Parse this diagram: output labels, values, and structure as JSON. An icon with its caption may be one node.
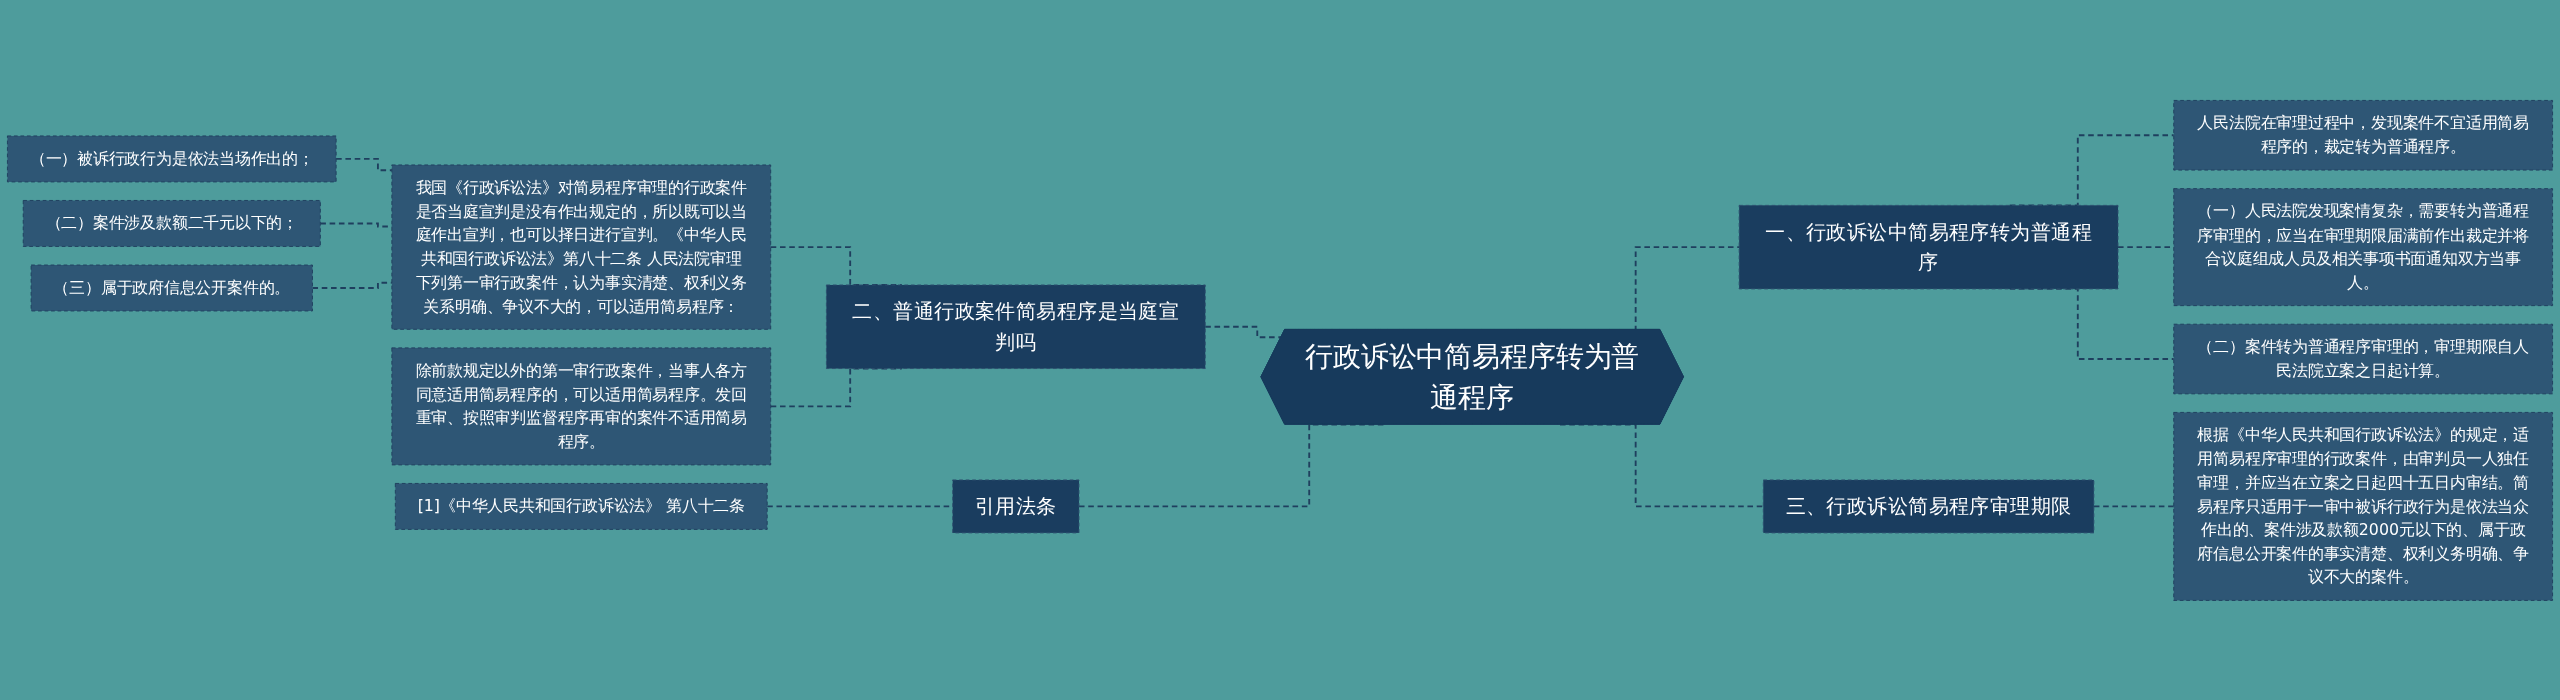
{
  "diagram": {
    "nodes": [
      {
        "text": [
          "行政诉讼中简易程序转为普通程序"
        ]
      },
      {
        "text": [
          "一、行政诉讼中简易程序转为普通程序"
        ]
      },
      {
        "text": [
          "人民法院在审理过程中，发现案件不宜适用简易程序的，裁定转为普通程序。"
        ]
      },
      {
        "text": [
          "（一）人民法院发现案情复杂，需要转为普通程序审理的，应当在审理期限届满前作出裁定并将合议庭组成人员及相关事项书面通知双方当事人。"
        ]
      },
      {
        "text": [
          "（二）案件转为普通程序审理的，审理期限自人民法院立案之日起计算。"
        ]
      },
      {
        "text": [
          "三、行政诉讼简易程序审理期限"
        ]
      },
      {
        "text": [
          "根据《中华人民共和国行政诉讼法》的规定，适用简易程序审理的行政案件，由审判员一人独任审理，并应当在立案之日起四十五日内审结。简易程序只适用于一审中被诉行政行为是依法当众作出的、案件涉及款额2000元以下的、属于政府信息公开案件的事实清楚、权利义务明确、争议不大的案件。"
        ]
      },
      {
        "text": [
          "二、普通行政案件简易程序是当庭宣判吗"
        ]
      },
      {
        "text": [
          "我国《行政诉讼法》对简易程序审理的行政案件是否当庭宣判是没有作出规定的，所以既可以当庭作出宣判，也可以择日进行宣判。《中华人民共和国行政诉讼法》第八十二条 人民法院审理下列第一审行政案件，认为事实清楚、权利义务关系明确、争议不大的，可以适用简易程序："
        ]
      },
      {
        "text": [
          "除前款规定以外的第一审行政案件，当事人各方同意适用简易程序的，可以适用简易程序。发回重审、按照审判监督程序再审的案件不适用简易程序。"
        ]
      },
      {
        "text": [
          "（一）被诉行政行为是依法当场作出的；"
        ]
      },
      {
        "text": [
          "（二）案件涉及款额二千元以下的；"
        ]
      },
      {
        "text": [
          "（三）属于政府信息公开案件的。"
        ]
      },
      {
        "text": [
          "引用法条"
        ]
      },
      {
        "text": [
          "[1]《中华人民共和国行政诉讼法》 第八十二条"
        ]
      }
    ],
    "edges": [
      {
        "from": 0,
        "to": 1,
        "arrow": "none",
        "style": "dashed"
      },
      {
        "from": 1,
        "to": 2,
        "arrow": "none",
        "style": "dashed"
      },
      {
        "from": 1,
        "to": 3,
        "arrow": "none",
        "style": "dashed"
      },
      {
        "from": 1,
        "to": 4,
        "arrow": "none",
        "style": "dashed"
      },
      {
        "from": 0,
        "to": 5,
        "arrow": "none",
        "style": "dashed"
      },
      {
        "from": 5,
        "to": 6,
        "arrow": "none",
        "style": "dashed"
      },
      {
        "from": 7,
        "to": 0,
        "arrow": "none",
        "style": "dashed"
      },
      {
        "from": 8,
        "to": 7,
        "arrow": "none",
        "style": "dashed"
      },
      {
        "from": 9,
        "to": 7,
        "arrow": "none",
        "style": "dashed"
      },
      {
        "from": 10,
        "to": 8,
        "arrow": "none",
        "style": "dashed"
      },
      {
        "from": 11,
        "to": 8,
        "arrow": "none",
        "style": "dashed"
      },
      {
        "from": 12,
        "to": 8,
        "arrow": "none",
        "style": "dashed"
      },
      {
        "from": 13,
        "to": 0,
        "arrow": "none",
        "style": "dashed"
      },
      {
        "from": 14,
        "to": 13,
        "arrow": "none",
        "style": "dashed"
      }
    ]
  }
}
